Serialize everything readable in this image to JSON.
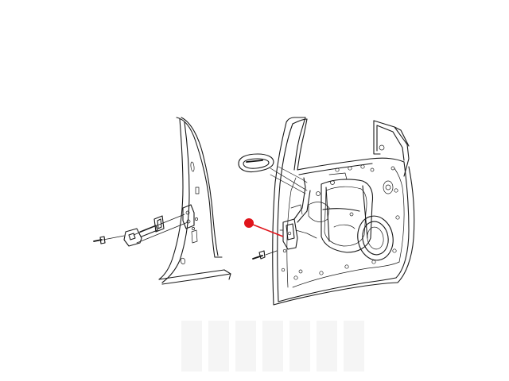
{
  "diagram": {
    "parts": [
      "door-hinge-pillar",
      "door-check-strap",
      "door-inner-panel",
      "interior-door-handle",
      "door-latch",
      "latch-screw",
      "window-regulator",
      "speaker-opening"
    ],
    "callout": {
      "color": "#e0141b",
      "target": "door-latch"
    }
  }
}
